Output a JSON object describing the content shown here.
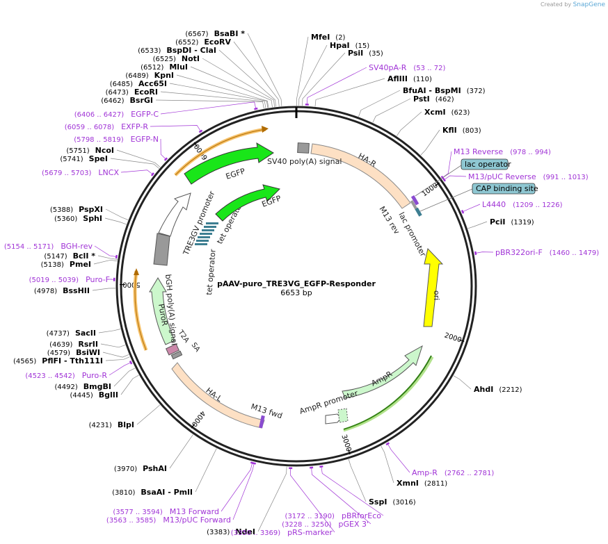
{
  "credit": {
    "prefix": "Created by",
    "brand": "SnapGene"
  },
  "plasmid": {
    "name": "pAAV-puro_TRE3VG_EGFP-Responder",
    "length_label": "6653 bp",
    "length": 6653
  },
  "colors": {
    "primer": "#a033d6",
    "site": "#000000",
    "backbone": "#222222",
    "egfp": "#19e619",
    "ori": "#ffff00",
    "hom": "#fde0c4",
    "ampr": "#ccf7cc",
    "gray": "#999999",
    "operator": "#3d7e91",
    "puror": "#ccf7cc",
    "pink": "#cc88aa",
    "orange_band": "#f6c26b",
    "green_band": "#7fcf3f",
    "blue_box": "#8ec7d2"
  },
  "ticks": [
    {
      "pos": 1000,
      "label": "1000"
    },
    {
      "pos": 2000,
      "label": "2000"
    },
    {
      "pos": 3000,
      "label": "3000"
    },
    {
      "pos": 4000,
      "label": "4000"
    },
    {
      "pos": 5000,
      "label": "5000"
    },
    {
      "pos": 6000,
      "label": "6000"
    }
  ],
  "sites": [
    {
      "name": "MfeI",
      "coord": "(2)",
      "pos": 2
    },
    {
      "name": "HpaI",
      "coord": "(15)",
      "pos": 15
    },
    {
      "name": "PsiI",
      "coord": "(35)",
      "pos": 35
    },
    {
      "name": "AflIII",
      "coord": "(110)",
      "pos": 110
    },
    {
      "name": "BfuAI  -  BspMI",
      "coord": "(372)",
      "pos": 372
    },
    {
      "name": "PstI",
      "coord": "(462)",
      "pos": 462
    },
    {
      "name": "XcmI",
      "coord": "(623)",
      "pos": 623
    },
    {
      "name": "KflI",
      "coord": "(803)",
      "pos": 803
    },
    {
      "name": "PciI",
      "coord": "(1319)",
      "pos": 1319
    },
    {
      "name": "AhdI",
      "coord": "(2212)",
      "pos": 2212
    },
    {
      "name": "XmnI",
      "coord": "(2811)",
      "pos": 2811
    },
    {
      "name": "SspI",
      "coord": "(3016)",
      "pos": 3016
    },
    {
      "name": "NdeI",
      "coord": "(3383)",
      "pos": 3383
    },
    {
      "name": "BsaAI  -  PmlI",
      "coord": "(3810)",
      "pos": 3810
    },
    {
      "name": "PshAI",
      "coord": "(3970)",
      "pos": 3970
    },
    {
      "name": "BlpI",
      "coord": "(4231)",
      "pos": 4231
    },
    {
      "name": "BglII",
      "coord": "(4445)",
      "pos": 4445
    },
    {
      "name": "BmgBI",
      "coord": "(4492)",
      "pos": 4492
    },
    {
      "name": "PflFI  -  Tth111I",
      "coord": "(4565)",
      "pos": 4565
    },
    {
      "name": "BsiWI",
      "coord": "(4579)",
      "pos": 4579
    },
    {
      "name": "RsrII",
      "coord": "(4639)",
      "pos": 4639
    },
    {
      "name": "SacII",
      "coord": "(4737)",
      "pos": 4737
    },
    {
      "name": "BssHII",
      "coord": "(4978)",
      "pos": 4978
    },
    {
      "name": "PmeI",
      "coord": "(5138)",
      "pos": 5138
    },
    {
      "name": "BclI *",
      "coord": "(5147)",
      "pos": 5147
    },
    {
      "name": "SphI",
      "coord": "(5360)",
      "pos": 5360
    },
    {
      "name": "PspXI",
      "coord": "(5388)",
      "pos": 5388
    },
    {
      "name": "SpeI",
      "coord": "(5741)",
      "pos": 5741
    },
    {
      "name": "NcoI",
      "coord": "(5751)",
      "pos": 5751
    },
    {
      "name": "BsrGI",
      "coord": "(6462)",
      "pos": 6462
    },
    {
      "name": "EcoRI",
      "coord": "(6473)",
      "pos": 6473
    },
    {
      "name": "Acc65I",
      "coord": "(6485)",
      "pos": 6485
    },
    {
      "name": "KpnI",
      "coord": "(6489)",
      "pos": 6489
    },
    {
      "name": "MluI",
      "coord": "(6512)",
      "pos": 6512
    },
    {
      "name": "NotI",
      "coord": "(6525)",
      "pos": 6525
    },
    {
      "name": "BspDI  -  ClaI",
      "coord": "(6533)",
      "pos": 6533
    },
    {
      "name": "EcoRV",
      "coord": "(6552)",
      "pos": 6552
    },
    {
      "name": "BsaBI *",
      "coord": "(6567)",
      "pos": 6567
    }
  ],
  "primers": [
    {
      "name": "SV40pA-R",
      "coord": "(53 .. 72)",
      "pos": 62
    },
    {
      "name": "M13 Reverse",
      "coord": "(978 .. 994)",
      "pos": 986
    },
    {
      "name": "M13/pUC Reverse",
      "coord": "(991 .. 1013)",
      "pos": 1002
    },
    {
      "name": "L4440",
      "coord": "(1209 .. 1226)",
      "pos": 1217
    },
    {
      "name": "pBR322ori-F",
      "coord": "(1460 .. 1479)",
      "pos": 1470
    },
    {
      "name": "Amp-R",
      "coord": "(2762 .. 2781)",
      "pos": 2771
    },
    {
      "name": "pBRforEco",
      "coord": "(3172 .. 3190)",
      "pos": 3181
    },
    {
      "name": "pGEX 3'",
      "coord": "(3228 .. 3250)",
      "pos": 3239
    },
    {
      "name": "pRS-marker",
      "coord": "(3350 .. 3369)",
      "pos": 3360
    },
    {
      "name": "M13/pUC Forward",
      "coord": "(3563 .. 3585)",
      "pos": 3574
    },
    {
      "name": "M13 Forward",
      "coord": "(3577 .. 3594)",
      "pos": 3585
    },
    {
      "name": "Puro-R",
      "coord": "(4523 .. 4542)",
      "pos": 4532
    },
    {
      "name": "Puro-F",
      "coord": "(5019 .. 5039)",
      "pos": 5029
    },
    {
      "name": "BGH-rev",
      "coord": "(5154 .. 5171)",
      "pos": 5162
    },
    {
      "name": "LNCX",
      "coord": "(5679 .. 5703)",
      "pos": 5691
    },
    {
      "name": "EGFP-N",
      "coord": "(5798 .. 5819)",
      "pos": 5808
    },
    {
      "name": "EXFP-R",
      "coord": "(6059 .. 6078)",
      "pos": 6068
    },
    {
      "name": "EGFP-C",
      "coord": "(6406 .. 6427)",
      "pos": 6416
    }
  ],
  "boxed_features": [
    {
      "name": "lac operator"
    },
    {
      "name": "CAP binding site"
    }
  ],
  "features": [
    {
      "name": "SV40 poly(A) signal"
    },
    {
      "name": "HA-R"
    },
    {
      "name": "M13 rev"
    },
    {
      "name": "lac promoter"
    },
    {
      "name": "ori"
    },
    {
      "name": "AmpR"
    },
    {
      "name": "AmpR promoter"
    },
    {
      "name": "M13 fwd"
    },
    {
      "name": "HA-L"
    },
    {
      "name": "SA"
    },
    {
      "name": "T2A"
    },
    {
      "name": "PuroR"
    },
    {
      "name": "bGH poly(A) signal"
    },
    {
      "name": "TRE3GV promoter"
    },
    {
      "name": "tet operator"
    },
    {
      "name": "tet operator"
    },
    {
      "name": "EGFP"
    },
    {
      "name": "EGFP"
    }
  ]
}
